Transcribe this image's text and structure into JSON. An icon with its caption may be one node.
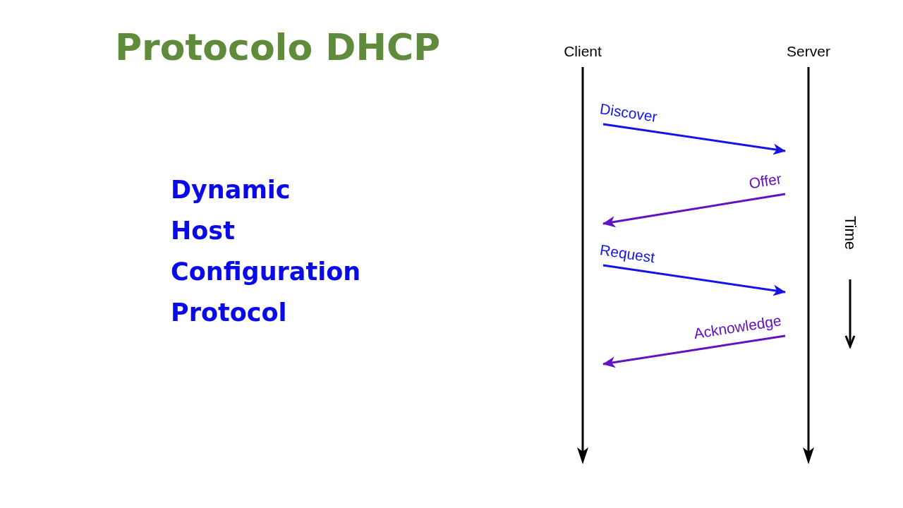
{
  "diagram": {
    "title": "Protocolo DHCP",
    "nodes": [
      {
        "text": [
          "Client"
        ]
      },
      {
        "text": [
          "Server"
        ]
      }
    ],
    "edges": [
      {
        "from": 0,
        "to": 1,
        "arrow": "to",
        "label": "Discover",
        "color": "#1414e6"
      },
      {
        "from": 1,
        "to": 0,
        "arrow": "to",
        "label": "Offer",
        "color": "#6410c4"
      },
      {
        "from": 0,
        "to": 1,
        "arrow": "to",
        "label": "Request",
        "color": "#1414e6"
      },
      {
        "from": 1,
        "to": 0,
        "arrow": "to",
        "label": "Acknowledge",
        "color": "#6410c4"
      }
    ],
    "labels": [
      "Dynamic Host Configuration Protocol",
      "Time"
    ]
  }
}
